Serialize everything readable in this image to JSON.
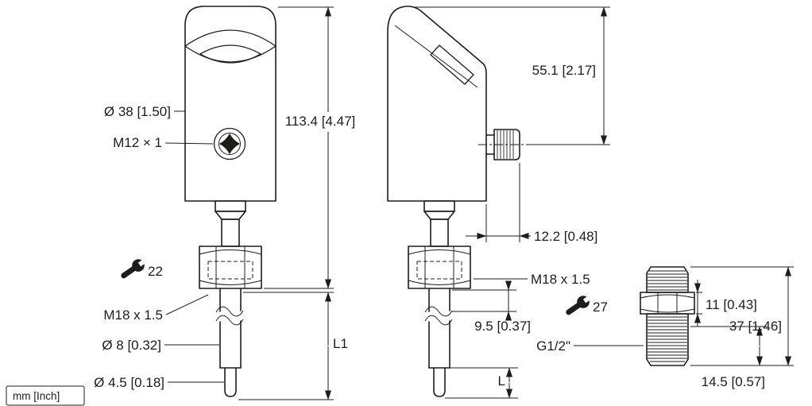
{
  "drawing": {
    "units_note": "mm [Inch]",
    "colors": {
      "line": "#1d1d1b",
      "background": "#ffffff"
    },
    "views": {
      "front": {
        "title": "sensor front view",
        "labels": {
          "head_diameter": "Ø 38 [1.50]",
          "connector_thread": "M12 × 1",
          "total_length": "113.4 [4.47]",
          "wrench_size": "22",
          "process_thread": "M18 x 1.5",
          "probe_diameter": "Ø 8 [0.32]",
          "tip_diameter": "Ø 4.5 [0.18]",
          "insertion_length": "L1"
        }
      },
      "side": {
        "title": "sensor side view",
        "labels": {
          "head_length": "55.1 [2.17]",
          "connector_length": "12.2 [0.48]",
          "process_thread": "M18 x 1.5",
          "thread_length": "9.5 [0.37]",
          "wrench_size": "27",
          "adapter_thread": "G1/2\"",
          "tip_length": "L"
        }
      },
      "adapter": {
        "title": "thread adapter",
        "labels": {
          "hex_height": "11 [0.43]",
          "total_height": "37 [1.46]",
          "thread_length": "14.5 [0.57]"
        }
      }
    },
    "icons": [
      "wrench-icon"
    ]
  }
}
